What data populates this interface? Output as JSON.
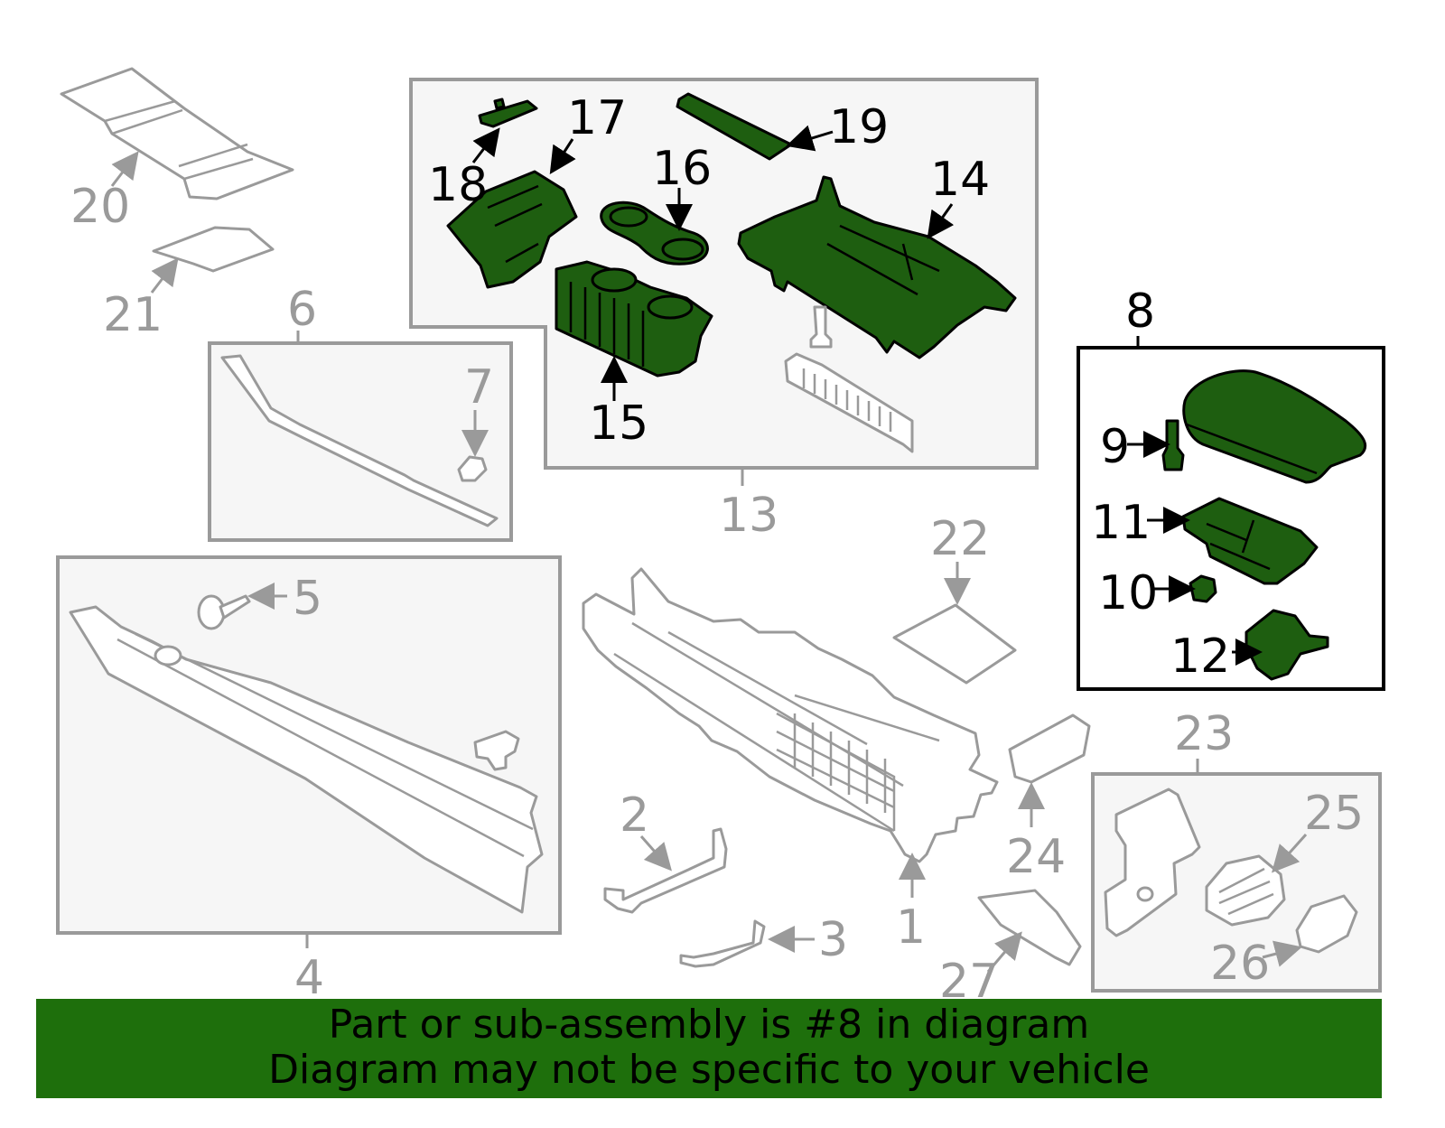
{
  "diagram": {
    "callouts": {
      "c1": "1",
      "c2": "2",
      "c3": "3",
      "c4": "4",
      "c5": "5",
      "c6": "6",
      "c7": "7",
      "c8": "8",
      "c9": "9",
      "c10": "10",
      "c11": "11",
      "c12": "12",
      "c13": "13",
      "c14": "14",
      "c15": "15",
      "c16": "16",
      "c17": "17",
      "c18": "18",
      "c19": "19",
      "c20": "20",
      "c21": "21",
      "c22": "22",
      "c23": "23",
      "c24": "24",
      "c25": "25",
      "c26": "26",
      "c27": "27"
    },
    "highlighted_part": "8",
    "colors": {
      "highlight": "#1e5e10",
      "muted": "#9a9a9a",
      "banner": "#1e6f0c"
    }
  },
  "banner": {
    "line1": "Part or sub-assembly is #8 in diagram",
    "line2": "Diagram may not be specific to your vehicle"
  }
}
